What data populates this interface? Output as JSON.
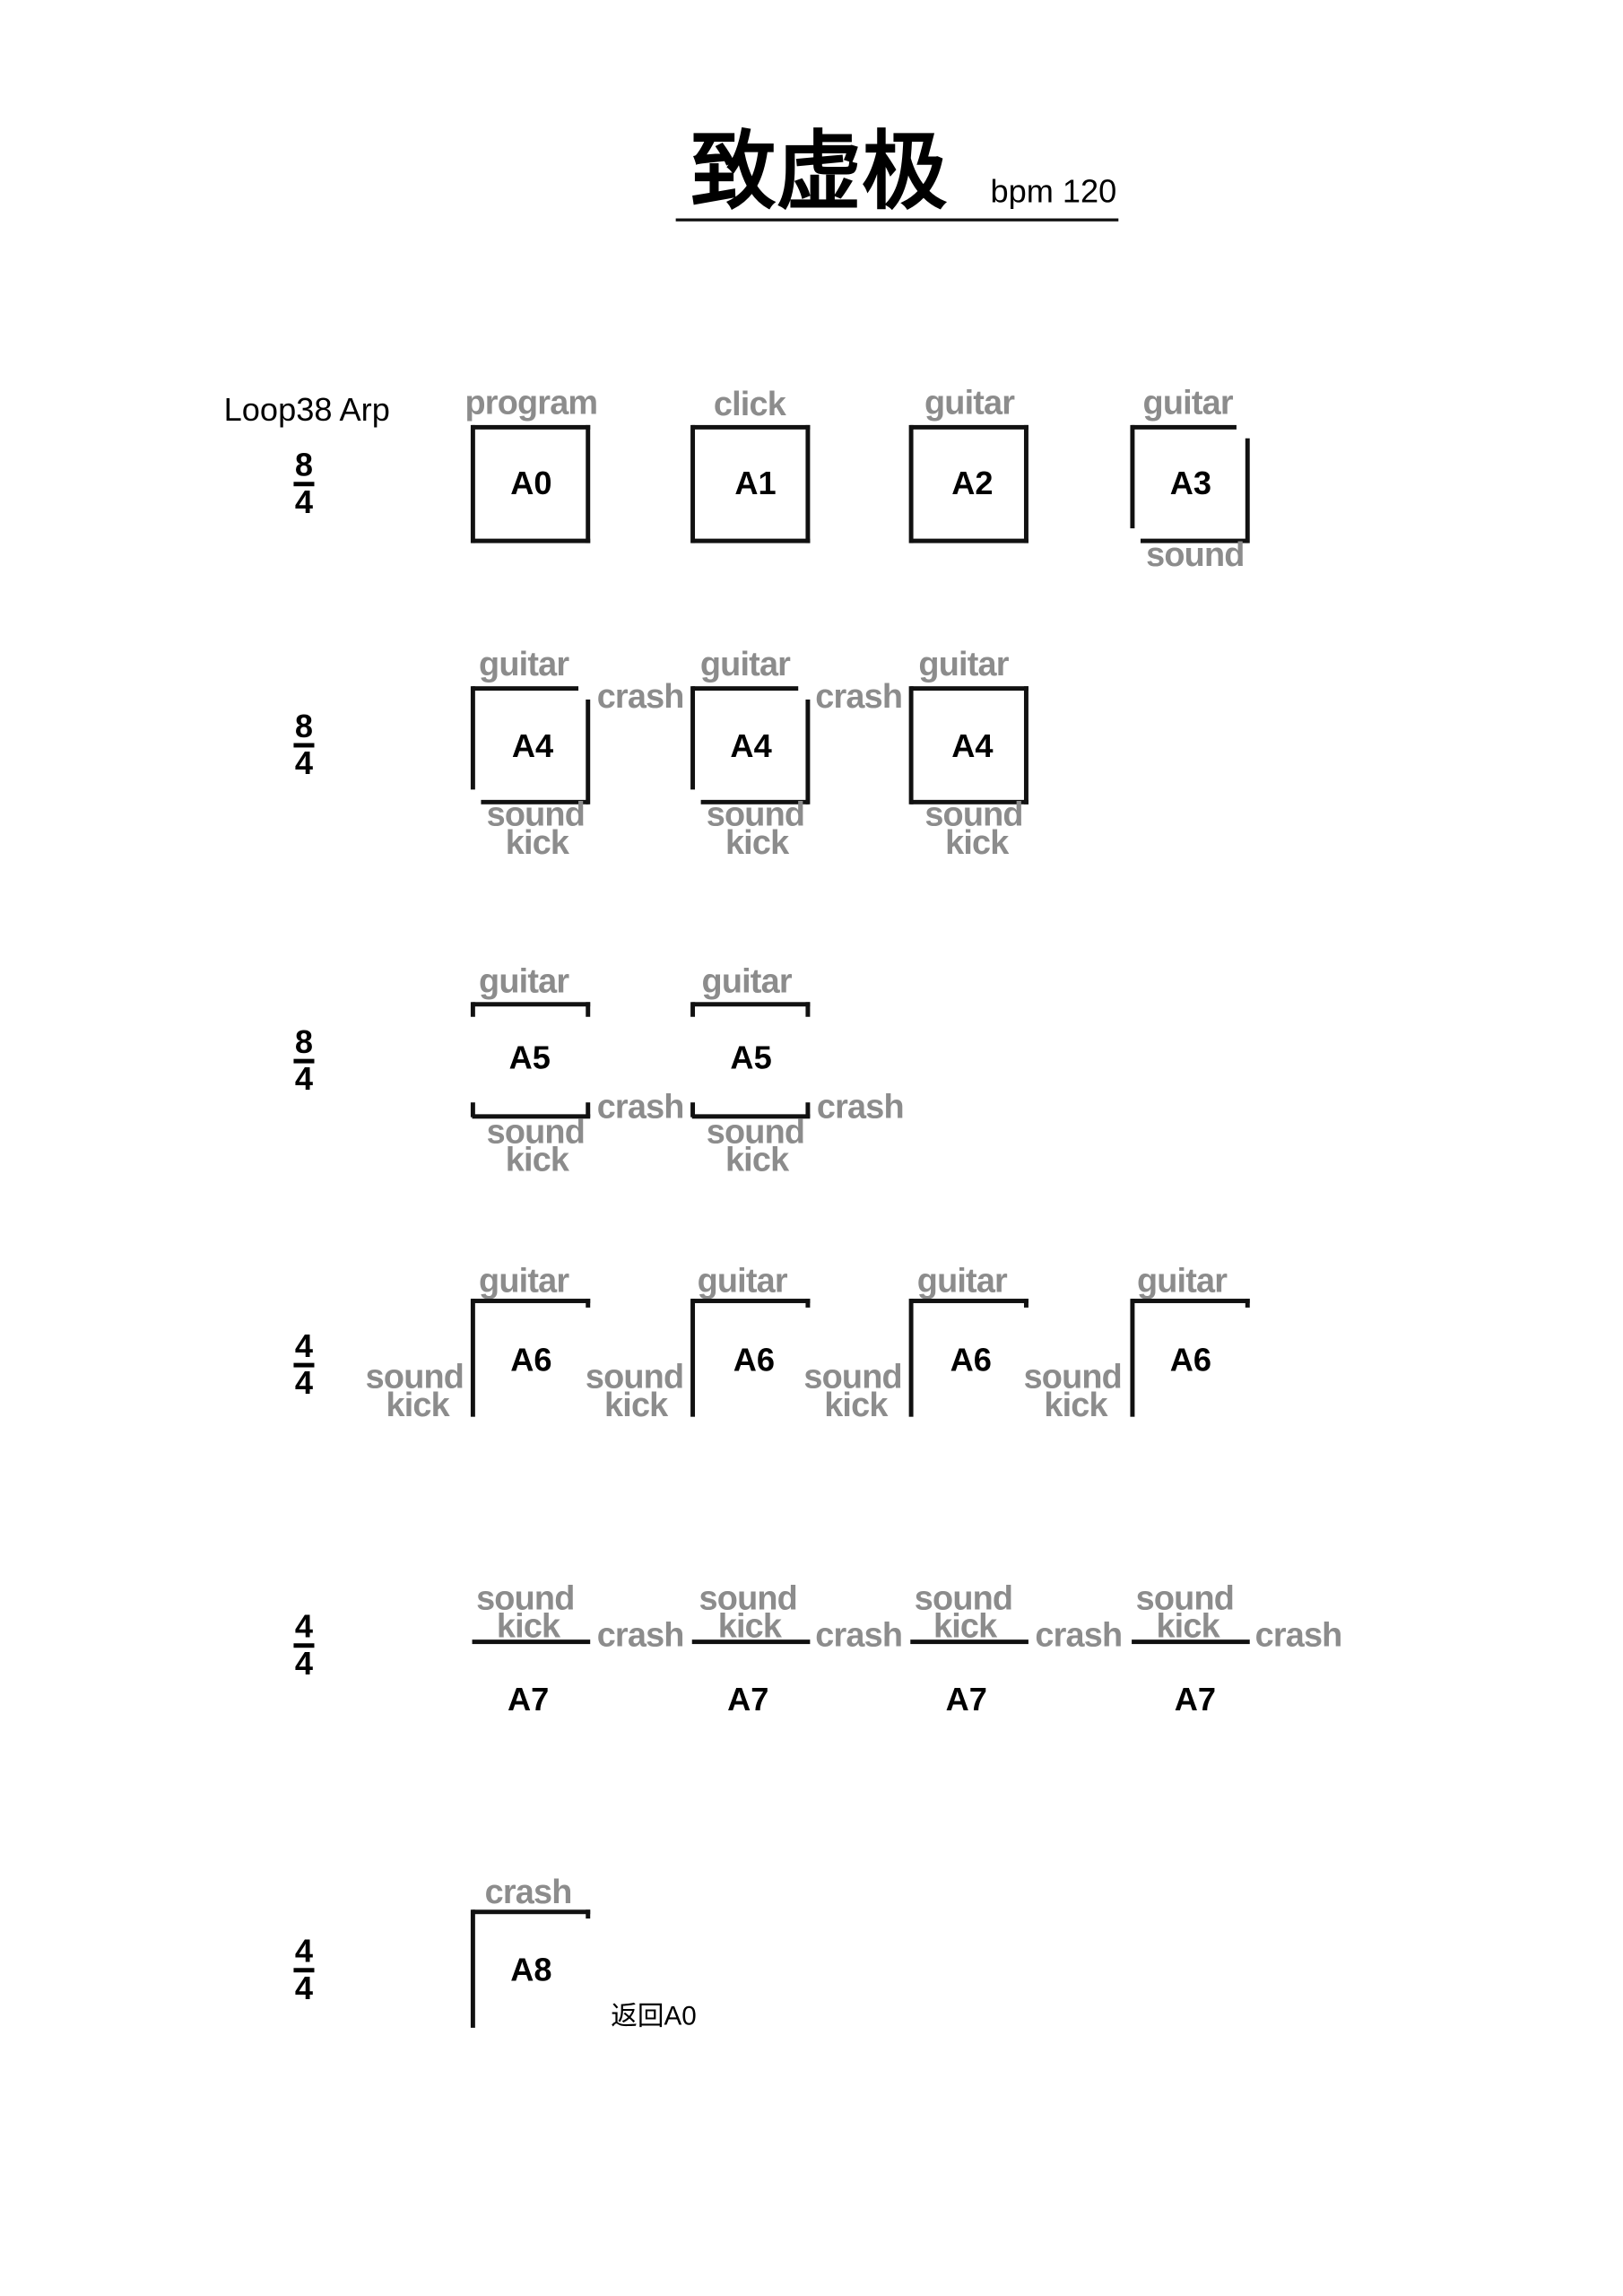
{
  "header": {
    "title": "致虚极",
    "bpm": "bpm 120",
    "loop_name": "Loop38 Arp"
  },
  "colors": {
    "annotation": "#8c8c8c",
    "ink": "#111111"
  },
  "rows": [
    {
      "time_sig": {
        "num": "8",
        "den": "4"
      },
      "blocks": [
        {
          "label": "A0",
          "top": "program"
        },
        {
          "label": "A1",
          "top": "click"
        },
        {
          "label": "A2",
          "top": "guitar"
        },
        {
          "label": "A3",
          "top": "guitar",
          "bottom": "sound"
        }
      ]
    },
    {
      "time_sig": {
        "num": "8",
        "den": "4"
      },
      "blocks": [
        {
          "label": "A4",
          "top": "guitar",
          "bottom": "sound",
          "bottom2": "kick",
          "after": "crash"
        },
        {
          "label": "A4",
          "top": "guitar",
          "bottom": "sound",
          "bottom2": "kick",
          "after": "crash"
        },
        {
          "label": "A4",
          "top": "guitar",
          "bottom": "sound",
          "bottom2": "kick"
        }
      ]
    },
    {
      "time_sig": {
        "num": "8",
        "den": "4"
      },
      "blocks": [
        {
          "label": "A5",
          "top": "guitar",
          "bottom": "sound",
          "bottom2": "kick",
          "after": "crash"
        },
        {
          "label": "A5",
          "top": "guitar",
          "bottom": "sound",
          "bottom2": "kick",
          "after": "crash"
        }
      ]
    },
    {
      "time_sig": {
        "num": "4",
        "den": "4"
      },
      "blocks": [
        {
          "label": "A6",
          "top": "guitar",
          "left": "sound",
          "left2": "kick"
        },
        {
          "label": "A6",
          "top": "guitar",
          "left": "sound",
          "left2": "kick"
        },
        {
          "label": "A6",
          "top": "guitar",
          "left": "sound",
          "left2": "kick"
        },
        {
          "label": "A6",
          "top": "guitar",
          "left": "sound",
          "left2": "kick"
        }
      ]
    },
    {
      "time_sig": {
        "num": "4",
        "den": "4"
      },
      "blocks": [
        {
          "label": "A7",
          "top": "sound",
          "top2": "kick",
          "after": "crash"
        },
        {
          "label": "A7",
          "top": "sound",
          "top2": "kick",
          "after": "crash"
        },
        {
          "label": "A7",
          "top": "sound",
          "top2": "kick",
          "after": "crash"
        },
        {
          "label": "A7",
          "top": "sound",
          "top2": "kick",
          "after": "crash"
        }
      ]
    },
    {
      "time_sig": {
        "num": "4",
        "den": "4"
      },
      "blocks": [
        {
          "label": "A8",
          "top": "crash",
          "note": "返回A0"
        }
      ]
    }
  ]
}
